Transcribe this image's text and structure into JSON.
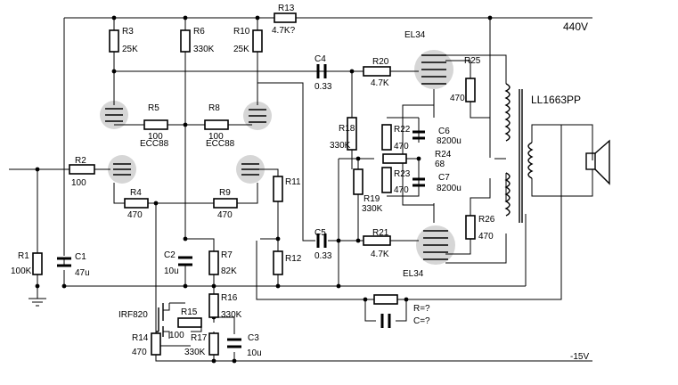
{
  "rails": {
    "top": "440V",
    "bottom": "-15V"
  },
  "transformer": "LL1663PP",
  "tubes": {
    "driver_left": "ECC88",
    "driver_right": "ECC88",
    "output_top": "EL34",
    "output_bottom": "EL34"
  },
  "resistors": {
    "R1": {
      "name": "R1",
      "value": "100K"
    },
    "R2": {
      "name": "R2",
      "value": "100"
    },
    "R3": {
      "name": "R3",
      "value": "25K"
    },
    "R4": {
      "name": "R4",
      "value": "470"
    },
    "R5": {
      "name": "R5",
      "value": "100"
    },
    "R6": {
      "name": "R6",
      "value": "330K"
    },
    "R7": {
      "name": "R7",
      "value": "82K"
    },
    "R8": {
      "name": "R8",
      "value": "100"
    },
    "R9": {
      "name": "R9",
      "value": "470"
    },
    "R10": {
      "name": "R10",
      "value": "25K"
    },
    "R11": {
      "name": "R11",
      "value": ""
    },
    "R12": {
      "name": "R12",
      "value": ""
    },
    "R13": {
      "name": "R13",
      "value": "4.7K?"
    },
    "R14": {
      "name": "R14",
      "value": "470"
    },
    "R15": {
      "name": "R15",
      "value": "100"
    },
    "R16": {
      "name": "R16",
      "value": "330K"
    },
    "R17": {
      "name": "R17",
      "value": "330K"
    },
    "R18": {
      "name": "R18",
      "value": "330K"
    },
    "R19": {
      "name": "R19",
      "value": "330K"
    },
    "R20": {
      "name": "R20",
      "value": "4.7K"
    },
    "R21": {
      "name": "R21",
      "value": "4.7K"
    },
    "R22": {
      "name": "R22",
      "value": "470"
    },
    "R23": {
      "name": "R23",
      "value": "470"
    },
    "R24": {
      "name": "R24",
      "value": "68"
    },
    "R25": {
      "name": "R25",
      "value": "470"
    },
    "R26": {
      "name": "R26",
      "value": "470"
    },
    "Rfb": {
      "name": "R=?",
      "value": ""
    }
  },
  "capacitors": {
    "C1": {
      "name": "C1",
      "value": "47u"
    },
    "C2": {
      "name": "C2",
      "value": "10u"
    },
    "C3": {
      "name": "C3",
      "value": "10u"
    },
    "C4": {
      "name": "C4",
      "value": "0.33"
    },
    "C5": {
      "name": "C5",
      "value": "0.33"
    },
    "C6": {
      "name": "C6",
      "value": "8200u"
    },
    "C7": {
      "name": "C7",
      "value": "8200u"
    },
    "Cfb": {
      "name": "C=?",
      "value": ""
    }
  },
  "mosfet": "IRF820"
}
